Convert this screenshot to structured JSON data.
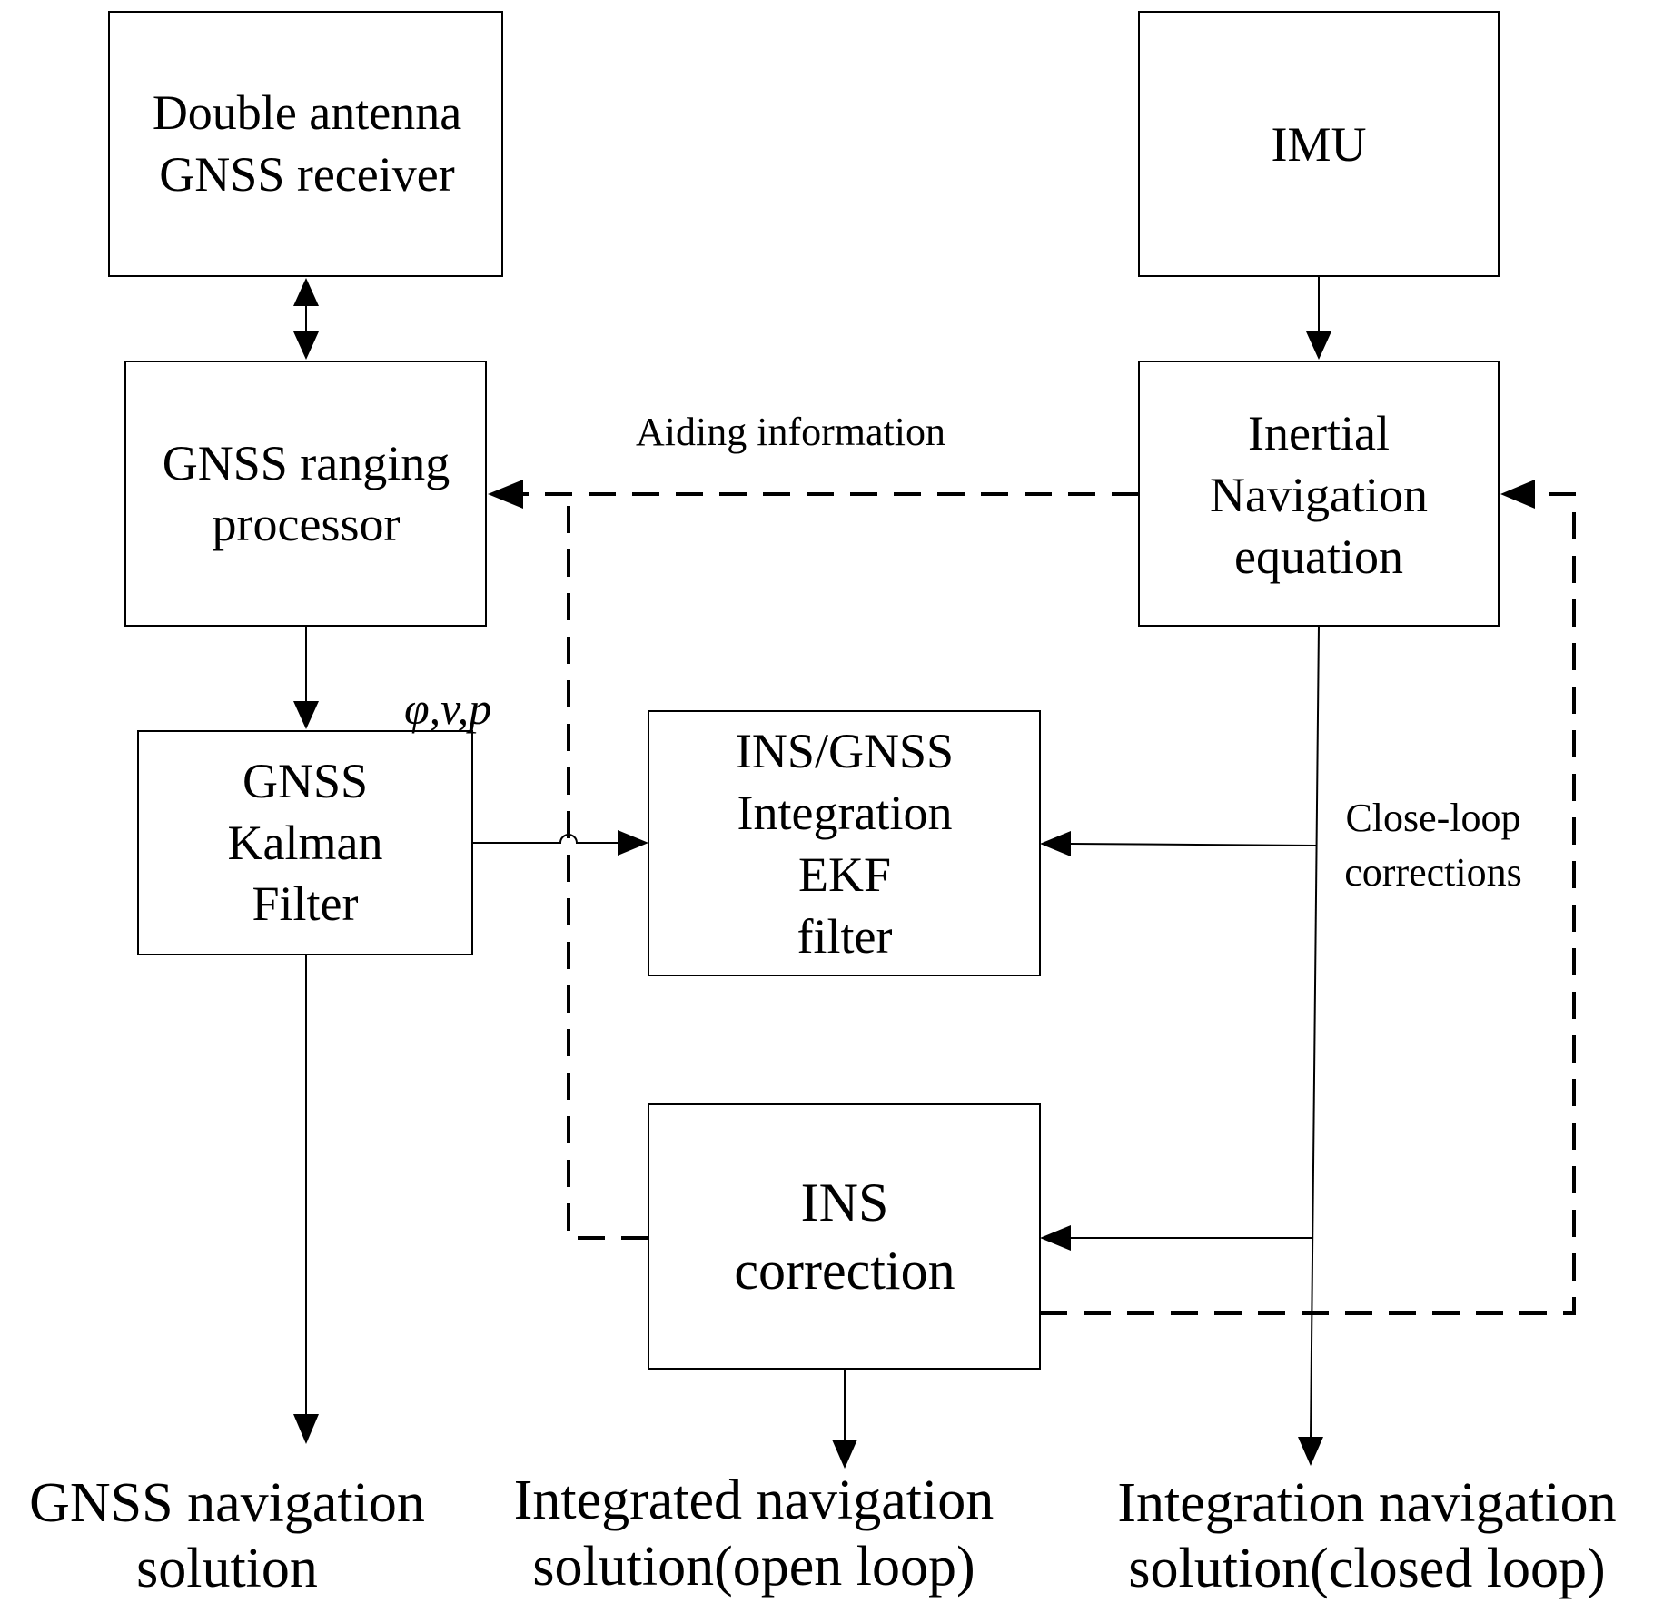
{
  "boxes": {
    "gnss_receiver": [
      "Double antenna",
      "GNSS receiver"
    ],
    "imu": [
      "IMU"
    ],
    "ranging_processor": [
      "GNSS ranging",
      "processor"
    ],
    "inertial_nav": [
      "Inertial",
      "Navigation",
      "equation"
    ],
    "gnss_kalman": [
      "GNSS",
      "Kalman",
      "Filter"
    ],
    "ekf": [
      "INS/GNSS",
      "Integration",
      "EKF",
      "filter"
    ],
    "ins_correction": [
      "INS",
      "correction"
    ]
  },
  "labels": {
    "aiding": "Aiding information",
    "state_vars": "φ,v,p",
    "close_loop": [
      "Close-loop",
      "corrections"
    ]
  },
  "outputs": {
    "gnss_solution": [
      "GNSS navigation",
      "solution"
    ],
    "open_loop": [
      "Integrated navigation",
      "solution(open loop)"
    ],
    "closed_loop": [
      "Integration navigation",
      "solution(closed loop)"
    ]
  }
}
